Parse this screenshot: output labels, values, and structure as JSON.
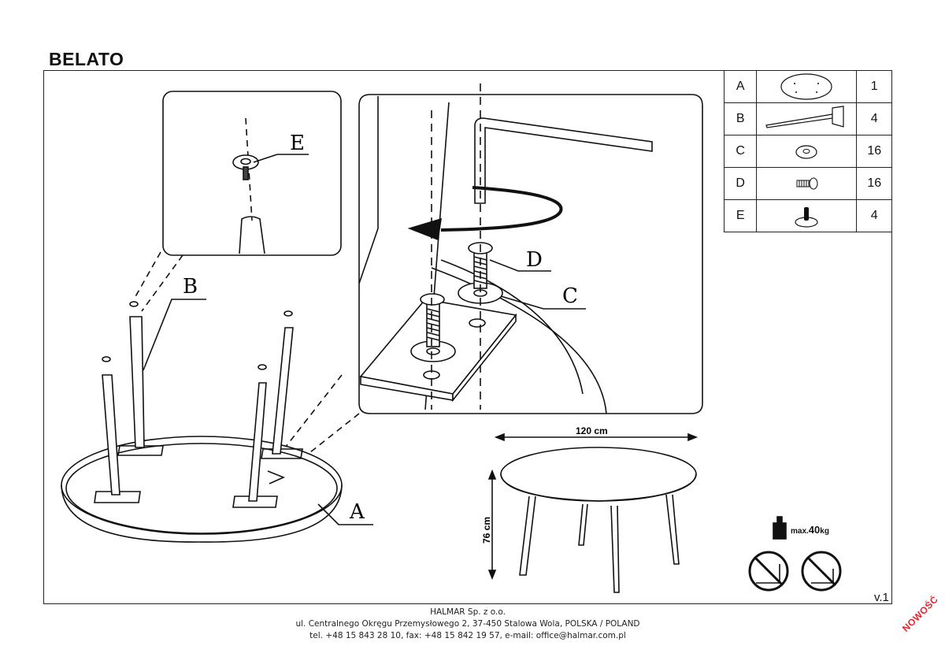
{
  "header": {
    "title": "BELATO"
  },
  "parts": [
    {
      "letter": "A",
      "qty": "1",
      "icon": "tabletop-icon"
    },
    {
      "letter": "B",
      "qty": "4",
      "icon": "leg-icon"
    },
    {
      "letter": "C",
      "qty": "16",
      "icon": "washer-icon"
    },
    {
      "letter": "D",
      "qty": "16",
      "icon": "bolt-icon"
    },
    {
      "letter": "E",
      "qty": "4",
      "icon": "foot-glide-icon"
    }
  ],
  "callouts": {
    "a": "A",
    "b": "B",
    "c": "C",
    "d": "D",
    "e": "E"
  },
  "dimensions": {
    "width": "120 cm",
    "height": "76 cm"
  },
  "max_load": {
    "prefix": "max.",
    "value": "40",
    "unit": "kg"
  },
  "version": "v.1",
  "footer": {
    "company": "HALMAR Sp. z o.o.",
    "address": "ul. Centralnego Okręgu Przemysłowego 2, 37-450 Stalowa Wola, POLSKA / POLAND",
    "contact": "tel. +48 15 843 28 10, fax: +48 15 842 19 57, e-mail: office@halmar.com.pl"
  },
  "badge": "NOWOŚĆ"
}
